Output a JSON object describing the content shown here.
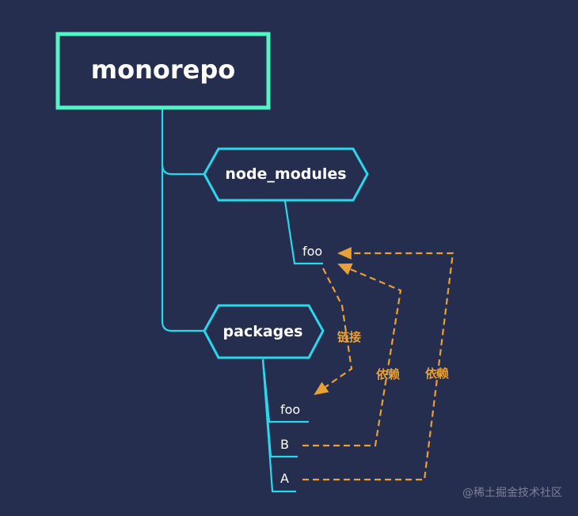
{
  "root": {
    "label": "monorepo"
  },
  "node_modules": {
    "label": "node_modules",
    "children": [
      "foo"
    ]
  },
  "packages": {
    "label": "packages",
    "children": [
      "foo",
      "B",
      "A"
    ]
  },
  "relations": {
    "link_label": "链接",
    "depend_label_1": "依赖",
    "depend_label_2": "依赖"
  },
  "watermark": "@稀土掘金技术社区",
  "colors": {
    "background": "#262e50",
    "root_border": "#52f5c5",
    "tree": "#29d8ea",
    "relation": "#e9a035",
    "text": "#ffffff"
  }
}
